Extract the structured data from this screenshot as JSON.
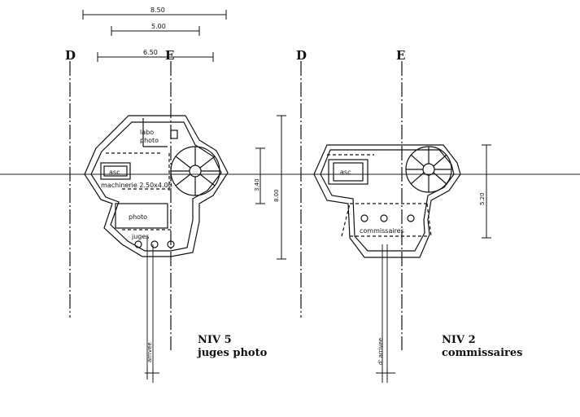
{
  "dimensions": {
    "top_850": "8.50",
    "top_500": "5.00",
    "top_650": "6.50",
    "height_340": "3.40",
    "height_800": "8.00",
    "height_520": "5.20"
  },
  "grid_labels": {
    "left_d": "D",
    "left_e": "E",
    "right_d": "D",
    "right_e": "E"
  },
  "level5": {
    "room_labo": "labo",
    "room_photo_top": "photo",
    "room_asc": "asc",
    "room_machinerie": "machinerie 2.50x4.00",
    "room_photo": "photo",
    "room_juges": "juges",
    "arrival": "arrivee",
    "title_line1": "NIV 5",
    "title_line2": "juges   photo"
  },
  "level2": {
    "room_asc": "asc",
    "room_commissaires": "commissaires",
    "arrival": "d' arrivee",
    "title_line1": "NIV 2",
    "title_line2": "commissaires"
  }
}
